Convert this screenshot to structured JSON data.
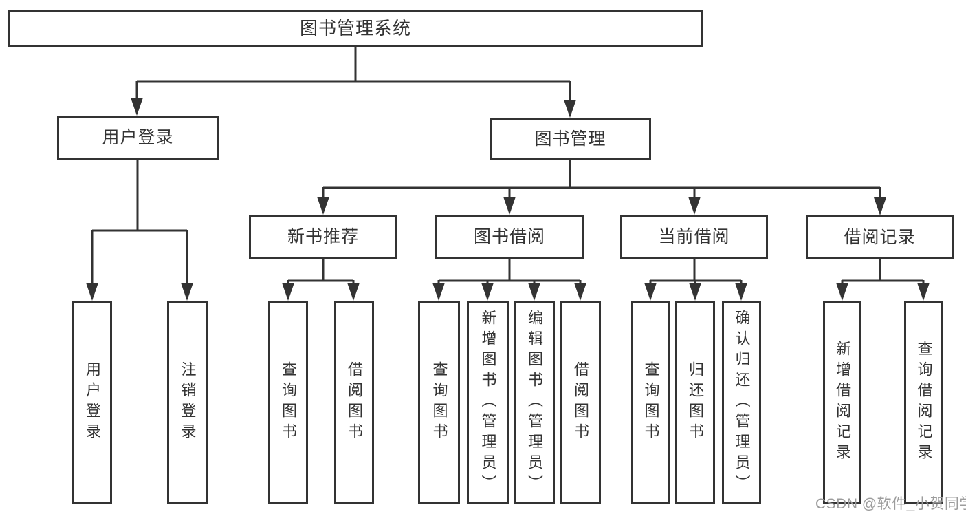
{
  "tree": {
    "label": "图书管理系统",
    "children": [
      {
        "label": "用户登录",
        "children": [
          {
            "label": "用户登录"
          },
          {
            "label": "注销登录"
          }
        ]
      },
      {
        "label": "图书管理",
        "children": [
          {
            "label": "新书推荐",
            "children": [
              {
                "label": "查询图书"
              },
              {
                "label": "借阅图书"
              }
            ]
          },
          {
            "label": "图书借阅",
            "children": [
              {
                "label": "查询图书"
              },
              {
                "label": "新增图书（管理员）"
              },
              {
                "label": "编辑图书（管理员）"
              },
              {
                "label": "借阅图书"
              }
            ]
          },
          {
            "label": "当前借阅",
            "children": [
              {
                "label": "查询图书"
              },
              {
                "label": "归还图书"
              },
              {
                "label": "确认归还（管理员）"
              }
            ]
          },
          {
            "label": "借阅记录",
            "children": [
              {
                "label": "新增借阅记录"
              },
              {
                "label": "查询借阅记录"
              }
            ]
          }
        ]
      }
    ]
  },
  "watermark": {
    "text": "CSDN @软件_小贺同学"
  },
  "colors": {
    "line": "#333333",
    "box_border": "#333333",
    "text": "#333333",
    "watermark": "#9c9c9c",
    "background": "#ffffff"
  }
}
